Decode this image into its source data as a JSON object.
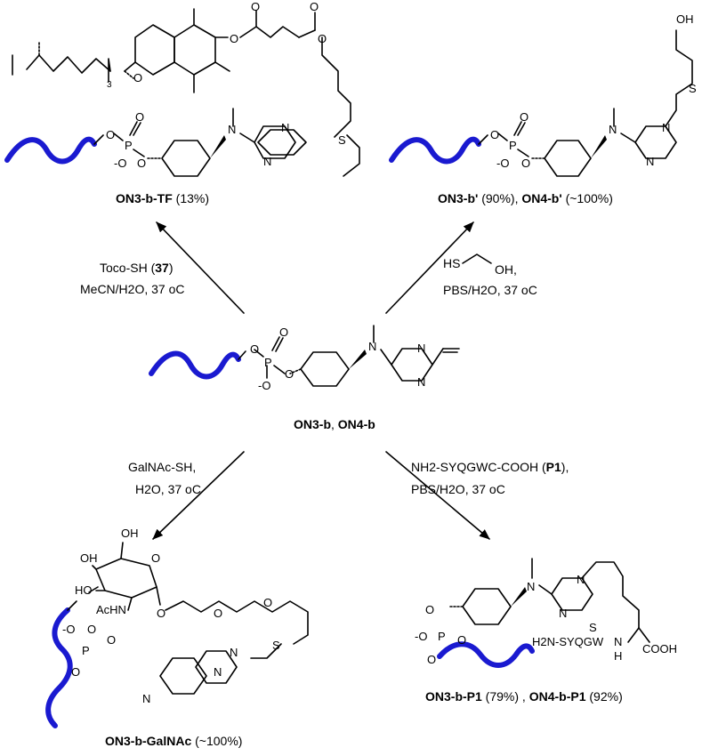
{
  "center": {
    "atoms": {
      "O1": "O",
      "P": "P",
      "O2": "O",
      "O3": "O",
      "Om": "-O",
      "N": "N",
      "Npy1": "N",
      "Npy2": "N"
    },
    "label": {
      "part1": "ON3-b",
      "sep": ", ",
      "part2": "ON4-b"
    }
  },
  "arrows": {
    "tl": {
      "line1_a": "Toco-SH (",
      "line1_b": "37",
      "line1_c": ")",
      "line2": "MeCN/H2O, 37 oC"
    },
    "tr": {
      "line1_a": "HS",
      "line1_b": "OH,",
      "line2": "PBS/H2O, 37 oC"
    },
    "bl": {
      "line1": "GalNAc-SH,",
      "line2": "H2O, 37 oC"
    },
    "br": {
      "line1_a": "NH2-SYQGWC-COOH (",
      "line1_b": "P1",
      "line1_c": "),",
      "line2": "PBS/H2O, 37 oC"
    }
  },
  "tl_product": {
    "label_bold": "ON3-b-TF",
    "label_rest": " (13%)",
    "atoms": {
      "Oring": "O",
      "Oester1": "O",
      "Ocarb1": "O",
      "Ocarb2": "O",
      "Oester2": "O",
      "S": "S",
      "N": "N",
      "Npy1": "N",
      "Npy2": "N",
      "P": "P",
      "Oa": "O",
      "Ob": "O",
      "Oc": "O",
      "Od": "-O",
      "sub3": "3"
    }
  },
  "tr_product": {
    "label_bold1": "ON3-b'",
    "label_rest1": " (90%), ",
    "label_bold2": "ON4-b'",
    "label_rest2": " (~100%)",
    "atoms": {
      "OH": "OH",
      "S": "S",
      "N": "N",
      "Npy1": "N",
      "Npy2": "N",
      "P": "P",
      "Oa": "O",
      "Ob": "O",
      "Oc": "O",
      "Od": "-O"
    }
  },
  "bl_product": {
    "label_bold": "ON3-b-GalNAc",
    "label_rest": " (~100%)",
    "atoms": {
      "OH1": "OH",
      "OH2": "OH",
      "HO": "HO",
      "AcHN": "AcHN",
      "Oring": "O",
      "Og1": "O",
      "Og2": "O",
      "Og3": "O",
      "S": "S",
      "N": "N",
      "Npy1": "N",
      "Npy2": "N",
      "P": "P",
      "Oa": "O",
      "Ob": "O",
      "Oc": "O",
      "Od": "-O"
    }
  },
  "br_product": {
    "label_bold1": "ON3-b-P1",
    "label_rest1": " (79%) , ",
    "label_bold2": "ON4-b-P1",
    "label_rest2": " (92%)",
    "peptide_left": "H2N-SYQGW",
    "peptide_N": "N",
    "peptide_H": "H",
    "cooh": "COOH",
    "atoms": {
      "S": "S",
      "N": "N",
      "Npy1": "N",
      "Npy2": "N",
      "P": "P",
      "Oa": "O",
      "Ob": "O",
      "Oc": "O",
      "Od": "-O"
    }
  }
}
